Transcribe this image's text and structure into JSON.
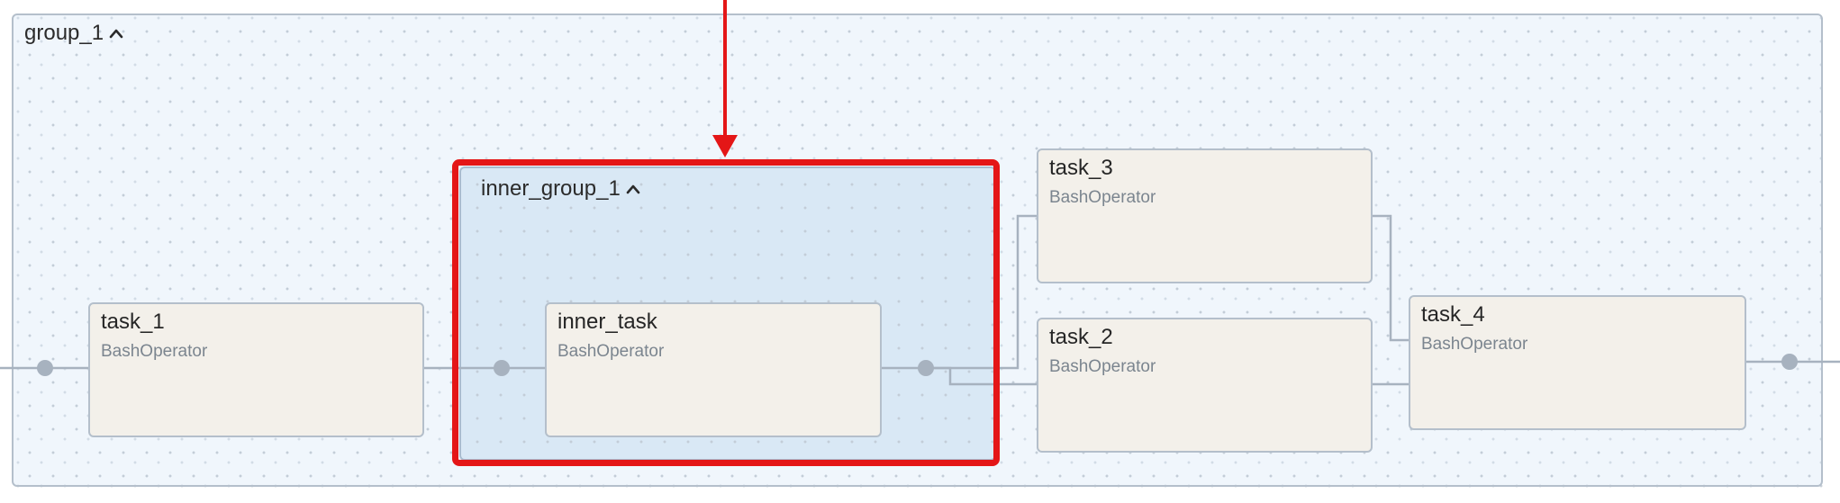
{
  "groups": {
    "outer": {
      "label": "group_1"
    },
    "inner": {
      "label": "inner_group_1"
    }
  },
  "tasks": {
    "task_1": {
      "name": "task_1",
      "operator": "BashOperator"
    },
    "inner_task": {
      "name": "inner_task",
      "operator": "BashOperator"
    },
    "task_2": {
      "name": "task_2",
      "operator": "BashOperator"
    },
    "task_3": {
      "name": "task_3",
      "operator": "BashOperator"
    },
    "task_4": {
      "name": "task_4",
      "operator": "BashOperator"
    }
  },
  "icons": {
    "collapse": "chevron-up-icon"
  },
  "colors": {
    "highlight": "#e41617",
    "edge": "#a7b2bf",
    "task_fill": "#f3f0ea",
    "inner_group_fill": "#d9e8f5"
  }
}
